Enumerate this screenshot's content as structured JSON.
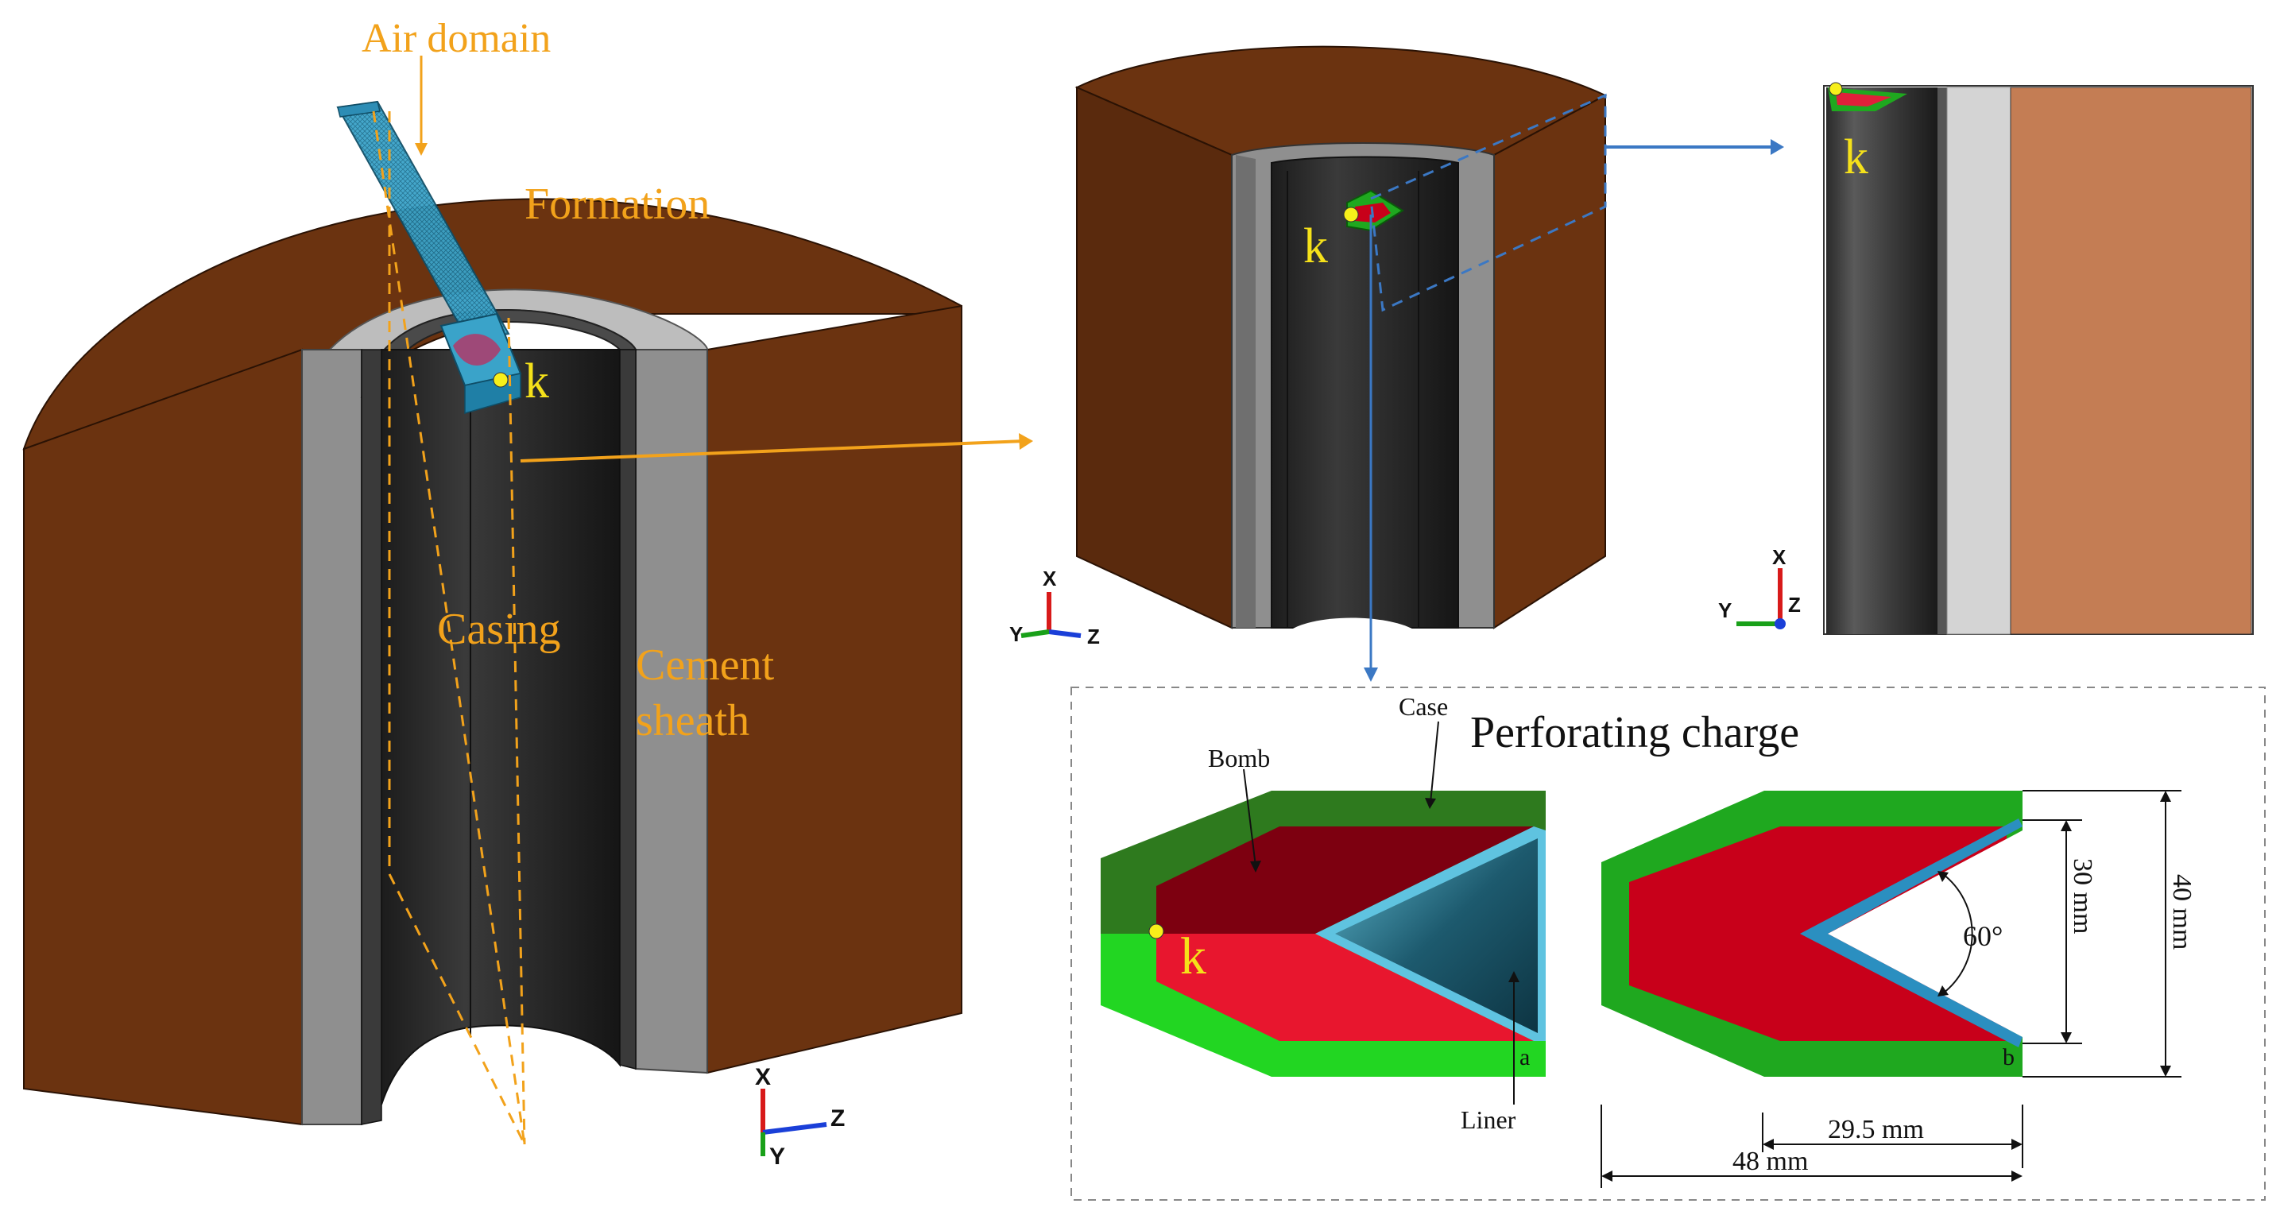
{
  "main_model": {
    "air_domain": "Air domain",
    "formation": "Formation",
    "casing": "Casing",
    "cement_line1": "Cement",
    "cement_line2": "sheath",
    "point": "k"
  },
  "detail_views": {
    "middle_point": "k",
    "right_point": "k"
  },
  "perforating_charge": {
    "title": "Perforating charge",
    "case": "Case",
    "bomb": "Bomb",
    "liner": "Liner",
    "point": "k",
    "panel_a": "a",
    "panel_b": "b",
    "angle": "60°",
    "dim_30": "30 mm",
    "dim_40": "40 mm",
    "dim_29_5": "29.5 mm",
    "dim_48": "48 mm"
  },
  "axes": {
    "x": "X",
    "y": "Y",
    "z": "Z"
  },
  "colors": {
    "formation": "#6b3310",
    "formation_dark": "#4a2108",
    "cement": "#8f8f8f",
    "casing": "#2b2b2b",
    "case_green": "#1fa81f",
    "case_light_green": "#22d622",
    "bomb_red": "#c8001a",
    "liner_blue": "#2b8fc0",
    "annotation_orange": "#f2a21b",
    "arrow_blue": "#3b78c4"
  }
}
